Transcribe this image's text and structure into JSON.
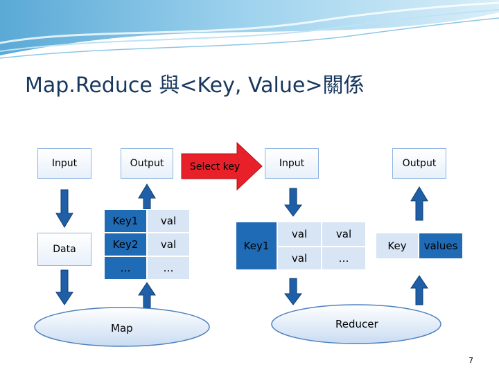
{
  "slide": {
    "title": "Map.Reduce 與<Key, Value>關係",
    "page_number": "7"
  },
  "map_side": {
    "input_label": "Input",
    "output_label": "Output",
    "data_label": "Data",
    "map_label": "Map",
    "table": [
      {
        "key": "Key1",
        "val": "val"
      },
      {
        "key": "Key2",
        "val": "val"
      },
      {
        "key": "…",
        "val": "…"
      }
    ]
  },
  "select_key_label": "Select key",
  "reduce_side": {
    "input_label": "Input",
    "output_label": "Output",
    "reducer_label": "Reducer",
    "key1_label": "Key1",
    "values_grid": [
      [
        "val",
        "val"
      ],
      [
        "val",
        "…"
      ]
    ],
    "result_key": "Key",
    "result_values": "values"
  },
  "colors": {
    "arrow_fill": "#1f5fa8",
    "cell_dark": "#1f6bb5",
    "cell_light": "#d7e5f5",
    "select_arrow": "#e8202a",
    "title": "#17375e"
  }
}
